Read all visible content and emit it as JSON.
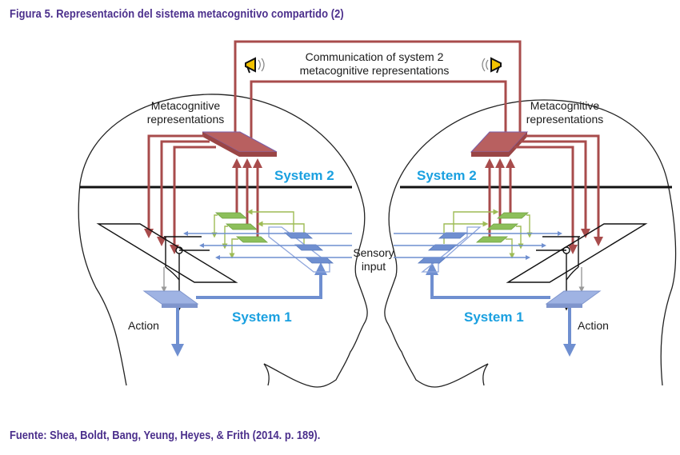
{
  "figure": {
    "title": "Figura 5. Representación del sistema metacognitivo compartido (2)",
    "source": "Fuente: Shea, Boldt, Bang, Yeung, Heyes, & Frith (2014. p. 189)."
  },
  "diagram": {
    "communication_label_line1": "Communication of system 2",
    "communication_label_line2": "metacognitive representations",
    "left_head": {
      "metacog_line1": "Metacognitive",
      "metacog_line2": "representations",
      "system2": "System 2",
      "system1": "System 1",
      "action": "Action"
    },
    "right_head": {
      "metacog_line1": "Metacognitive",
      "metacog_line2": "representations",
      "system2": "System 2",
      "system1": "System 1",
      "action": "Action"
    },
    "sensory_line1": "Sensory",
    "sensory_line2": "input",
    "icons": [
      "megaphone-icon",
      "megaphone-icon"
    ],
    "colors": {
      "system2_red": "#a84c4c",
      "system2_plate": "#b86060",
      "system1_blue": "#6f8fd0",
      "system1_plate": "#9fb3e3",
      "green_module": "#8cbf5a",
      "green_arrow": "#9ebc55",
      "system_label": "#1aa0e0",
      "title_purple": "#4b2f8c",
      "megaphone_yellow": "#f2c200"
    }
  }
}
